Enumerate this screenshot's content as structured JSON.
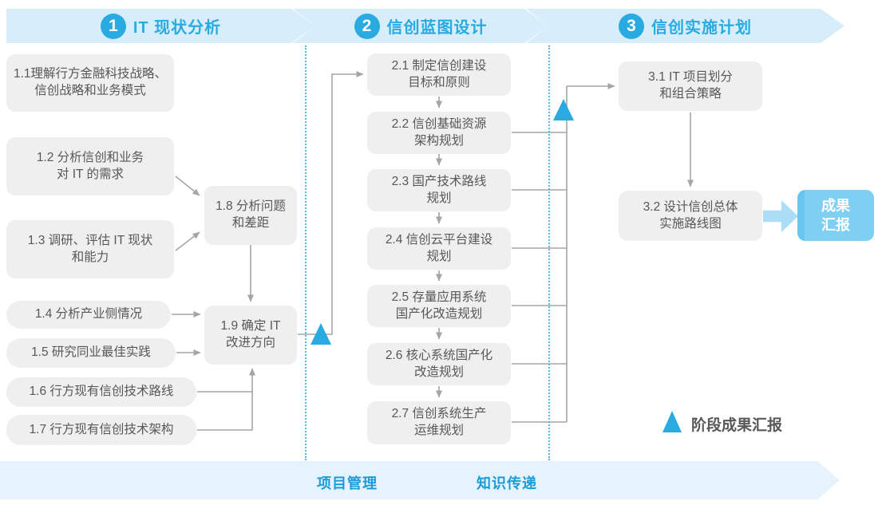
{
  "phases": [
    {
      "number": "1",
      "title": "IT 现状分析"
    },
    {
      "number": "2",
      "title": "信创蓝图设计"
    },
    {
      "number": "3",
      "title": "信创实施计划"
    }
  ],
  "phase1": {
    "boxes": [
      {
        "id": "1.1",
        "label": "1.1理解行方金融科技战略、\n信创战略和业务模式"
      },
      {
        "id": "1.2",
        "label": "1.2 分析信创和业务\n对 IT 的需求"
      },
      {
        "id": "1.3",
        "label": "1.3 调研、评估 IT 现状\n和能力"
      },
      {
        "id": "1.4",
        "label": "1.4 分析产业侧情况"
      },
      {
        "id": "1.5",
        "label": "1.5 研究同业最佳实践"
      },
      {
        "id": "1.6",
        "label": "1.6 行方现有信创技术路线"
      },
      {
        "id": "1.7",
        "label": "1.7 行方现有信创技术架构"
      },
      {
        "id": "1.8",
        "label": "1.8 分析问题\n和差距"
      },
      {
        "id": "1.9",
        "label": "1.9 确定 IT\n改进方向"
      }
    ]
  },
  "phase2": {
    "boxes": [
      {
        "id": "2.1",
        "label": "2.1 制定信创建设\n目标和原则"
      },
      {
        "id": "2.2",
        "label": "2.2 信创基础资源\n架构规划"
      },
      {
        "id": "2.3",
        "label": "2.3 国产技术路线\n规划"
      },
      {
        "id": "2.4",
        "label": "2.4 信创云平台建设\n规划"
      },
      {
        "id": "2.5",
        "label": "2.5 存量应用系统\n国产化改造规划"
      },
      {
        "id": "2.6",
        "label": "2.6 核心系统国产化\n改造规划"
      },
      {
        "id": "2.7",
        "label": "2.7 信创系统生产\n运维规划"
      }
    ]
  },
  "phase3": {
    "boxes": [
      {
        "id": "3.1",
        "label": "3.1 IT 项目划分\n和组合策略"
      },
      {
        "id": "3.2",
        "label": "3.2 设计信创总体\n实施路线图"
      }
    ]
  },
  "result_box": {
    "label": "成果\n汇报"
  },
  "legend": {
    "label": "阶段成果汇报"
  },
  "footer": {
    "items": [
      {
        "label": "项目管理"
      },
      {
        "label": "知识传递"
      }
    ]
  },
  "colors": {
    "accent_blue": "#29ABE2",
    "band_fill": "#D7EDF9",
    "footer_fill": "#E6F3FC",
    "box_fill": "#EFEFEF",
    "box_text": "#595757",
    "connector": "#A5A5A5",
    "result_fill": "#7FCFF3",
    "fat_arrow": "#ABDDF7"
  }
}
